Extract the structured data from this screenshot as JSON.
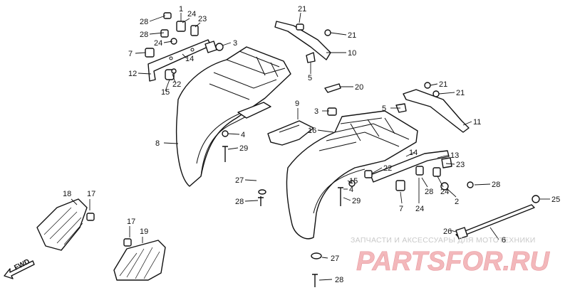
{
  "diagram": {
    "callouts": [
      {
        "id": "c1",
        "text": "1"
      },
      {
        "id": "c24a",
        "text": "24"
      },
      {
        "id": "c23a",
        "text": "23"
      },
      {
        "id": "c28a",
        "text": "28"
      },
      {
        "id": "c28b",
        "text": "28"
      },
      {
        "id": "c24b",
        "text": "24"
      },
      {
        "id": "c3a",
        "text": "3"
      },
      {
        "id": "c7a",
        "text": "7"
      },
      {
        "id": "c14a",
        "text": "14"
      },
      {
        "id": "c12",
        "text": "12"
      },
      {
        "id": "c22a",
        "text": "22"
      },
      {
        "id": "c15a",
        "text": "15"
      },
      {
        "id": "c21a",
        "text": "21"
      },
      {
        "id": "c21b",
        "text": "21"
      },
      {
        "id": "c10",
        "text": "10"
      },
      {
        "id": "c5a",
        "text": "5"
      },
      {
        "id": "c20",
        "text": "20"
      },
      {
        "id": "c21c",
        "text": "21"
      },
      {
        "id": "c21d",
        "text": "21"
      },
      {
        "id": "c5b",
        "text": "5"
      },
      {
        "id": "c11",
        "text": "11"
      },
      {
        "id": "c9",
        "text": "9"
      },
      {
        "id": "c3b",
        "text": "3"
      },
      {
        "id": "c16",
        "text": "16"
      },
      {
        "id": "c4a",
        "text": "4"
      },
      {
        "id": "c8",
        "text": "8"
      },
      {
        "id": "c29a",
        "text": "29"
      },
      {
        "id": "c27a",
        "text": "27"
      },
      {
        "id": "c28c",
        "text": "28"
      },
      {
        "id": "c13",
        "text": "13"
      },
      {
        "id": "c14b",
        "text": "14"
      },
      {
        "id": "c23b",
        "text": "23"
      },
      {
        "id": "c22b",
        "text": "22"
      },
      {
        "id": "c15b",
        "text": "15"
      },
      {
        "id": "c4b",
        "text": "4"
      },
      {
        "id": "c29b",
        "text": "29"
      },
      {
        "id": "c28d",
        "text": "28"
      },
      {
        "id": "c28e",
        "text": "28"
      },
      {
        "id": "c24c",
        "text": "24"
      },
      {
        "id": "c7b",
        "text": "7"
      },
      {
        "id": "c24d",
        "text": "24"
      },
      {
        "id": "c2",
        "text": "2"
      },
      {
        "id": "c25",
        "text": "25"
      },
      {
        "id": "c18",
        "text": "18"
      },
      {
        "id": "c17a",
        "text": "17"
      },
      {
        "id": "c17b",
        "text": "17"
      },
      {
        "id": "c19",
        "text": "19"
      },
      {
        "id": "c26",
        "text": "26"
      },
      {
        "id": "c6",
        "text": "6"
      },
      {
        "id": "c27b",
        "text": "27"
      },
      {
        "id": "c28f",
        "text": "28"
      }
    ],
    "fwd_label": "FWD"
  },
  "watermark": {
    "tagline": "ЗАПЧАСТИ И АКСЕССУАРЫ ДЛЯ МОТОТЕХНИКИ",
    "logo": "PARTSFOR.RU"
  }
}
